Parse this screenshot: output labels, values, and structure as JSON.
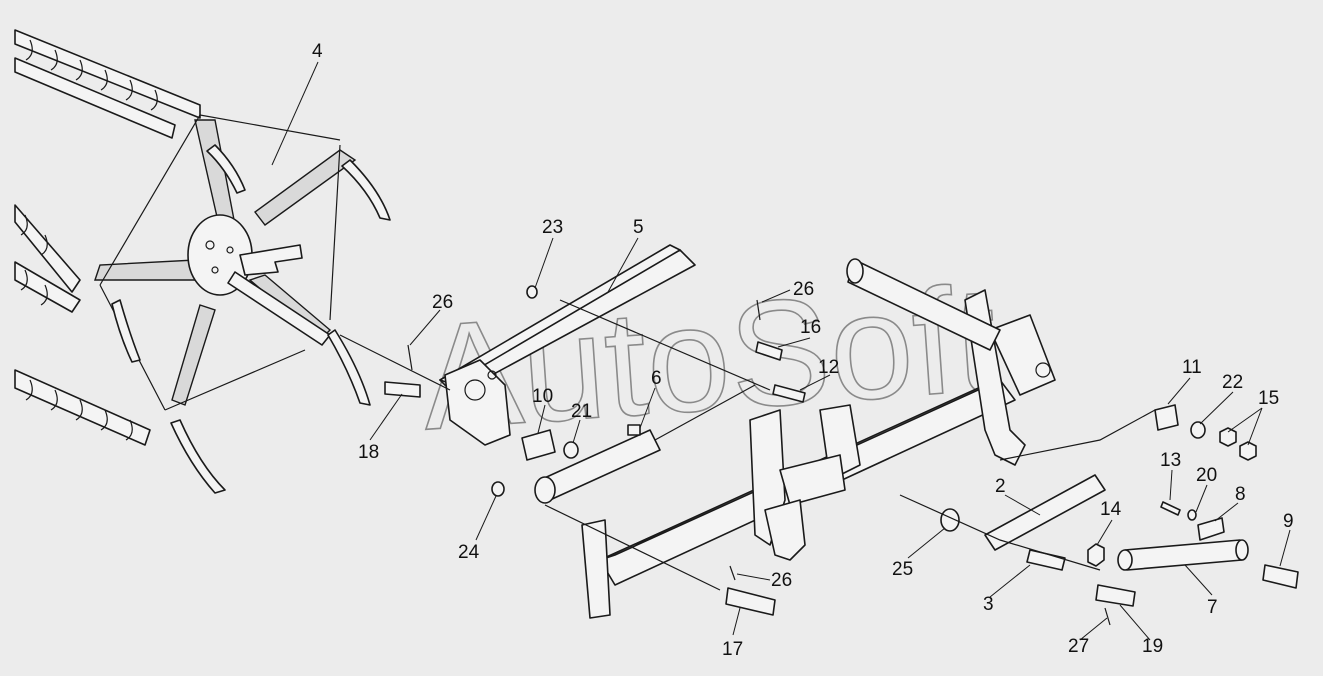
{
  "watermark": "AutoSoft",
  "callouts": [
    {
      "id": "c4",
      "text": "4"
    },
    {
      "id": "c23",
      "text": "23"
    },
    {
      "id": "c5",
      "text": "5"
    },
    {
      "id": "c26a",
      "text": "26"
    },
    {
      "id": "c26b",
      "text": "26"
    },
    {
      "id": "c16",
      "text": "16"
    },
    {
      "id": "c12",
      "text": "12"
    },
    {
      "id": "c6",
      "text": "6"
    },
    {
      "id": "c10",
      "text": "10"
    },
    {
      "id": "c21",
      "text": "21"
    },
    {
      "id": "c18",
      "text": "18"
    },
    {
      "id": "c24",
      "text": "24"
    },
    {
      "id": "c11",
      "text": "11"
    },
    {
      "id": "c22",
      "text": "22"
    },
    {
      "id": "c15",
      "text": "15"
    },
    {
      "id": "c2",
      "text": "2"
    },
    {
      "id": "c13",
      "text": "13"
    },
    {
      "id": "c20",
      "text": "20"
    },
    {
      "id": "c8",
      "text": "8"
    },
    {
      "id": "c14",
      "text": "14"
    },
    {
      "id": "c9",
      "text": "9"
    },
    {
      "id": "c25",
      "text": "25"
    },
    {
      "id": "c3",
      "text": "3"
    },
    {
      "id": "c7",
      "text": "7"
    },
    {
      "id": "c26c",
      "text": "26"
    },
    {
      "id": "c17",
      "text": "17"
    },
    {
      "id": "c27",
      "text": "27"
    },
    {
      "id": "c19",
      "text": "19"
    }
  ]
}
